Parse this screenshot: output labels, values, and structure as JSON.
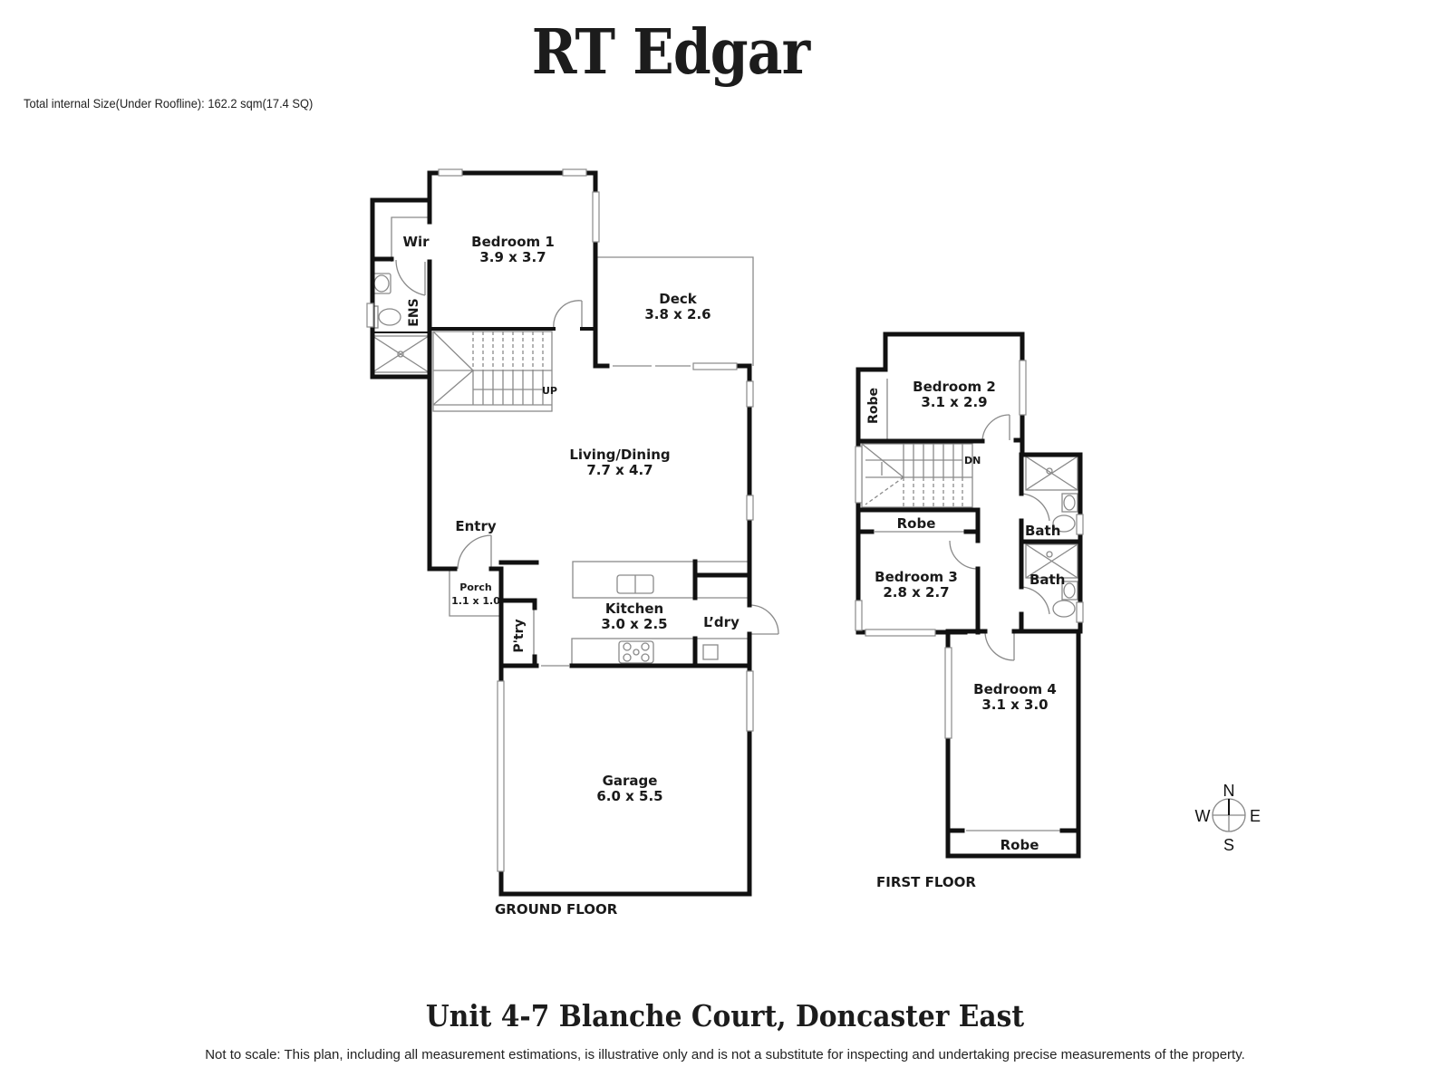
{
  "header": {
    "brand": "RT Edgar",
    "size_note": "Total internal Size(Under Roofline): 162.2 sqm(17.4 SQ)"
  },
  "ground_floor": {
    "label": "GROUND FLOOR",
    "rooms": {
      "bedroom1": {
        "name": "Bedroom 1",
        "dims": "3.9 x 3.7"
      },
      "wir": {
        "name": "Wir"
      },
      "ens": {
        "name": "ENS"
      },
      "deck": {
        "name": "Deck",
        "dims": "3.8 x 2.6"
      },
      "stairs": {
        "name": "UP"
      },
      "living": {
        "name": "Living/Dining",
        "dims": "7.7 x 4.7"
      },
      "entry": {
        "name": "Entry"
      },
      "porch": {
        "name": "Porch",
        "dims": "1.1 x 1.0"
      },
      "pantry": {
        "name": "P'try"
      },
      "kitchen": {
        "name": "Kitchen",
        "dims": "3.0 x 2.5"
      },
      "laundry": {
        "name": "L’dry"
      },
      "garage": {
        "name": "Garage",
        "dims": "6.0 x 5.5"
      }
    }
  },
  "first_floor": {
    "label": "FIRST FLOOR",
    "rooms": {
      "bedroom2": {
        "name": "Bedroom 2",
        "dims": "3.1 x 2.9"
      },
      "robe2": {
        "name": "Robe"
      },
      "stairs": {
        "name": "DN"
      },
      "robe3": {
        "name": "Robe"
      },
      "bedroom3": {
        "name": "Bedroom 3",
        "dims": "2.8 x 2.7"
      },
      "bath1": {
        "name": "Bath"
      },
      "bath2": {
        "name": "Bath"
      },
      "bedroom4": {
        "name": "Bedroom 4",
        "dims": "3.1 x 3.0"
      },
      "robe4": {
        "name": "Robe"
      }
    }
  },
  "compass": {
    "n": "N",
    "s": "S",
    "e": "E",
    "w": "W"
  },
  "footer": {
    "address": "Unit 4-7 Blanche Court, Doncaster East",
    "disclaimer": "Not to scale: This plan, including all measurement estimations, is illustrative only and is not a substitute for inspecting and  undertaking precise measurements of the property."
  },
  "colors": {
    "wall": "#111111",
    "fixture": "#8a8a8a",
    "window": "#ffffff"
  }
}
